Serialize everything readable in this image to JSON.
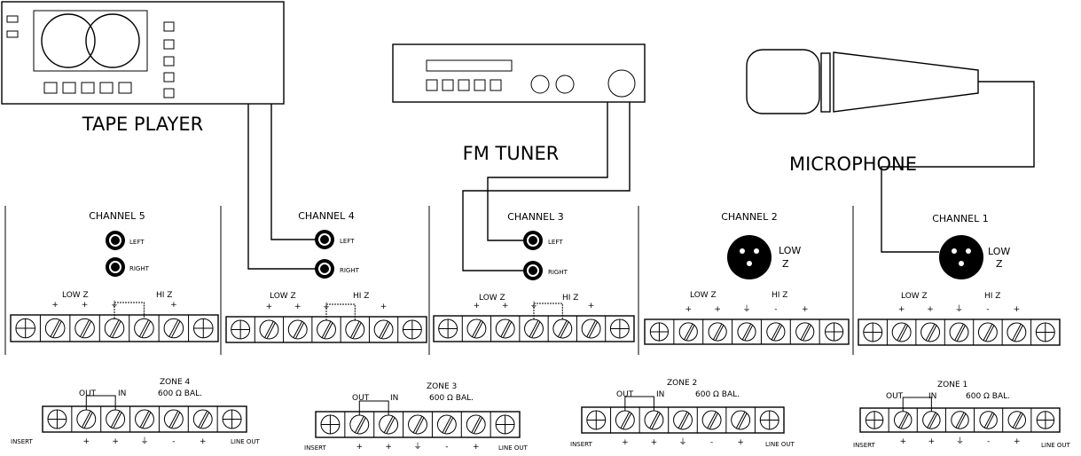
{
  "devices": {
    "tape_player": "TAPE PLAYER",
    "fm_tuner": "FM TUNER",
    "microphone": "MICROPHONE"
  },
  "channels": [
    {
      "label": "CHANNEL 5",
      "connector": "rca",
      "jacks": [
        "LEFT",
        "RIGHT"
      ],
      "low_z_label": "LOW  Z",
      "hi_z_label": "HI  Z"
    },
    {
      "label": "CHANNEL 4",
      "connector": "rca",
      "jacks": [
        "LEFT",
        "RIGHT"
      ],
      "low_z_label": "LOW  Z",
      "hi_z_label": "HI  Z"
    },
    {
      "label": "CHANNEL 3",
      "connector": "rca",
      "jacks": [
        "LEFT",
        "RIGHT"
      ],
      "low_z_label": "LOW  Z",
      "hi_z_label": "HI  Z"
    },
    {
      "label": "CHANNEL 2",
      "connector": "xlr",
      "xlr_label": [
        "LOW",
        "Z"
      ],
      "low_z_label": "LOW  Z",
      "hi_z_label": "HI  Z"
    },
    {
      "label": "CHANNEL 1",
      "connector": "xlr",
      "xlr_label": [
        "LOW",
        "Z"
      ],
      "low_z_label": "LOW  Z",
      "hi_z_label": "HI  Z"
    }
  ],
  "zones": [
    {
      "label": "ZONE 4",
      "out": "OUT",
      "in": "IN",
      "bal": "600 Ω BAL."
    },
    {
      "label": "ZONE 3",
      "out": "OUT",
      "in": "IN",
      "bal": "600 Ω BAL."
    },
    {
      "label": "ZONE 2",
      "out": "OUT",
      "in": "IN",
      "bal": "600 Ω BAL."
    },
    {
      "label": "ZONE 1",
      "out": "OUT",
      "in": "IN",
      "bal": "600 Ω BAL."
    }
  ],
  "zone_bottom_labels": {
    "insert": "INSERT",
    "line_out": "LINE OUT"
  },
  "terminal_signs": {
    "plus": "+",
    "minus": "-",
    "ground": "⏚"
  }
}
